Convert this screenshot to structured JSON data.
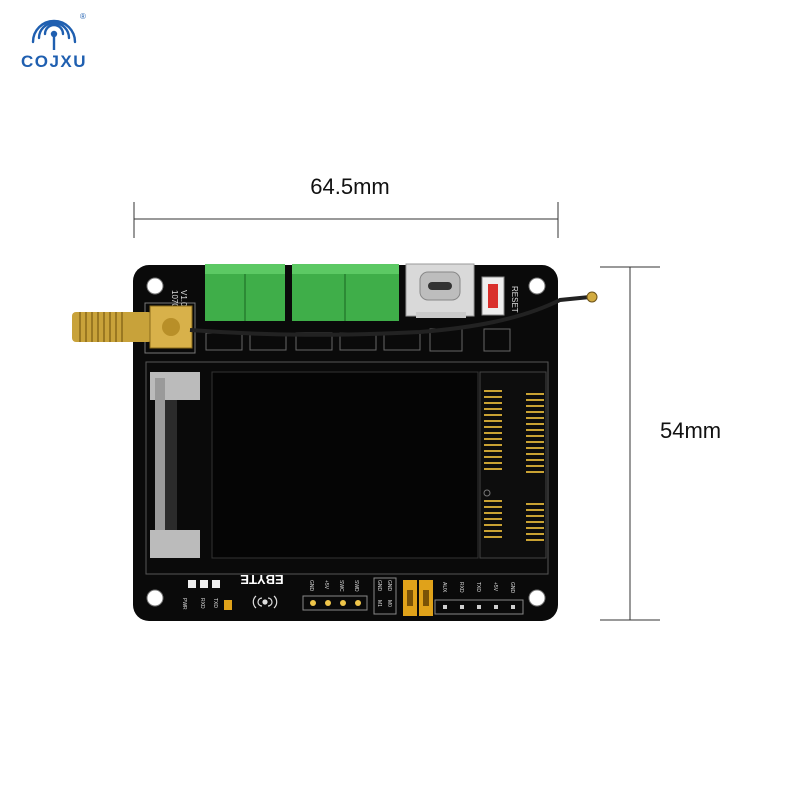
{
  "brand": {
    "logo_text": "COJXU",
    "registered_mark": "®",
    "color": "#1f5fb0"
  },
  "dimensions": {
    "width_label": "64.5mm",
    "height_label": "54mm"
  },
  "board": {
    "model": "10709",
    "version": "V1.0",
    "maker": "EBYTE",
    "reset_label": "RESET",
    "led_labels": [
      "PWR",
      "RXD",
      "TXD"
    ],
    "swd_pins": [
      "GND",
      "+5V",
      "SWC",
      "SWD"
    ],
    "mode_pins": [
      "M1",
      "M0"
    ],
    "mode_top": [
      "GND",
      "GND"
    ],
    "uart_pins": [
      "AUX",
      "RXD",
      "TXD",
      "+5V",
      "GND"
    ],
    "board_color": "#0a0a0a",
    "terminal_color": "#3fae49",
    "jumper_color": "#e0a21a"
  }
}
